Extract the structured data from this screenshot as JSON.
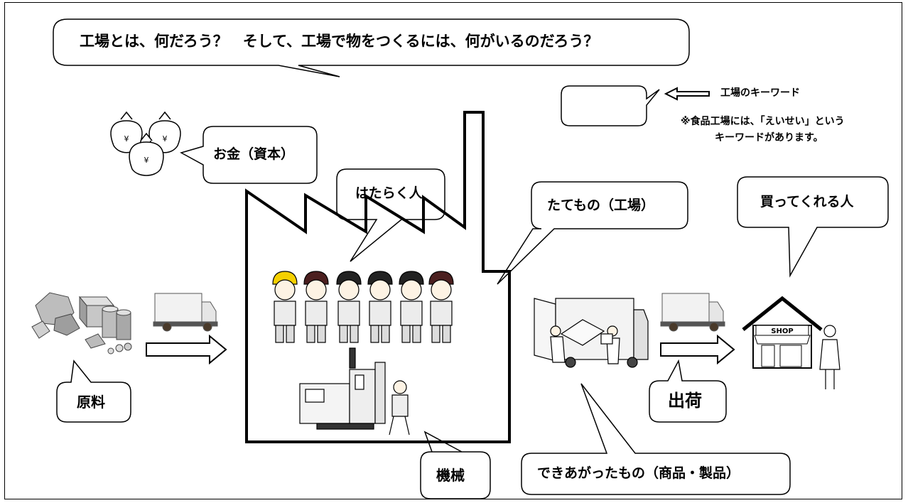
{
  "question": "工場とは、何だろう？　そして、工場で物をつくるには、何がいるのだろう？",
  "legend": {
    "keyword_label": "工場のキーワード",
    "note_line1": "※食品工場には、「えいせい」という",
    "note_line2": "キーワードがあります。"
  },
  "labels": {
    "money": "お金（資本）",
    "workers": "はたらく人",
    "building": "たてもの（工場）",
    "buyers": "買ってくれる人",
    "materials": "原料",
    "machines": "機械",
    "products": "できあがったもの（商品・製品）",
    "shipping": "出荷",
    "shop_sign": "SHOP",
    "money_symbol": "¥"
  }
}
